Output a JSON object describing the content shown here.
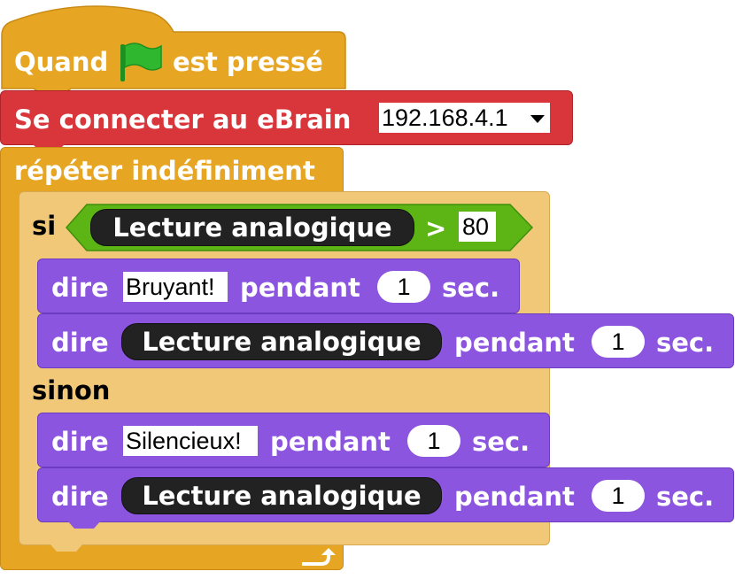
{
  "hat": {
    "label_before": "Quand",
    "label_after": "est pressé",
    "flag_icon": "green-flag-icon"
  },
  "connect": {
    "label": "Se connecter au eBrain",
    "ip_value": "192.168.4.1"
  },
  "forever": {
    "label": "répéter indéfiniment"
  },
  "if_block": {
    "if_label": "si",
    "sensor_reporter": "Lecture analogique",
    "operator": ">",
    "threshold": "80",
    "else_label": "sinon"
  },
  "say_blocks": [
    {
      "label": "dire",
      "message": "Bruyant!",
      "for_label": "pendant",
      "duration": "1",
      "unit": "sec."
    },
    {
      "label": "dire",
      "message": "Lecture analogique",
      "for_label": "pendant",
      "duration": "1",
      "unit": "sec."
    },
    {
      "label": "dire",
      "message": "Silencieux!",
      "for_label": "pendant",
      "duration": "1",
      "unit": "sec."
    },
    {
      "label": "dire",
      "message": "Lecture analogique",
      "for_label": "pendant",
      "duration": "1",
      "unit": "sec."
    }
  ],
  "colors": {
    "events": "#e6a623",
    "control_inner": "#f0c878",
    "ebrain": "#d9363b",
    "looks": "#8b55e0",
    "operator": "#5cb515",
    "reporter": "#222222",
    "flag": "#2fb82f"
  }
}
